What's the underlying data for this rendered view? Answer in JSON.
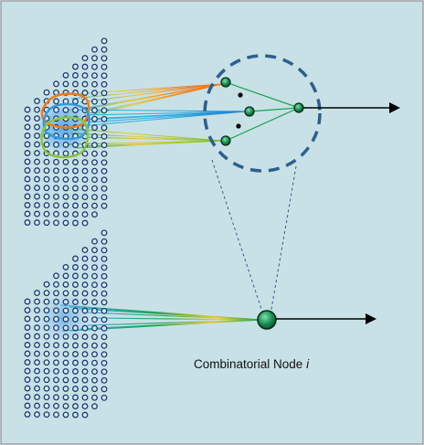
{
  "diagram": {
    "caption": {
      "text": "Combinatorial Node",
      "index": "i"
    },
    "colors": {
      "background": "#c8e1e6",
      "frame": "#9aa0a3",
      "input_dot_fill": "#d3e9ee",
      "input_dot_stroke": "#1d3b74",
      "pool_circle": "#2d5f8f",
      "node_fill": "#1a8f55",
      "node_stroke": "#0b2a18",
      "arrow": "#000000",
      "highlight_orange": "#f07a1a",
      "highlight_blue": "#3399dd",
      "highlight_green": "#7dbb3c",
      "fan_colors": [
        "#f07a1a",
        "#e9c93a",
        "#2aa8d8",
        "#1aa34a",
        "#8cc63f"
      ]
    },
    "icons": [
      "dashed-circle",
      "arrow-right",
      "neuron-node"
    ]
  }
}
